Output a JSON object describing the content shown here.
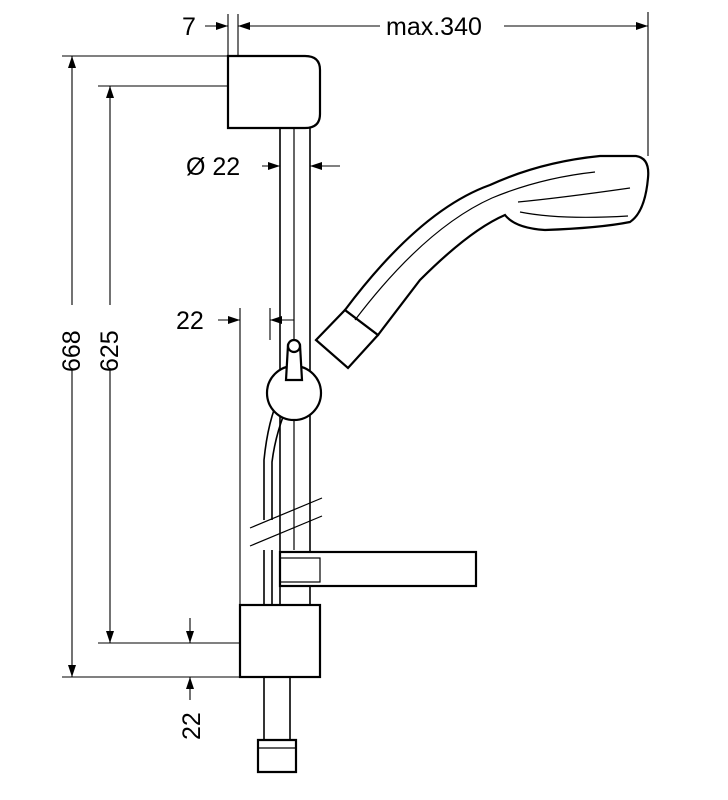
{
  "dimensions": {
    "top_offset": "7",
    "max_reach": "max.340",
    "bar_diameter": "Ø 22",
    "holder_offset": "22",
    "total_height": "668",
    "mount_spacing": "625",
    "bottom_offset": "22"
  }
}
